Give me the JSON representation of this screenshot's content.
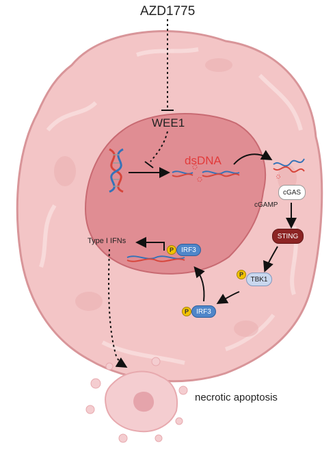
{
  "labels": {
    "drug": "AZD1775",
    "target": "WEE1",
    "dsdna": "dsDNA",
    "cgas": "cGAS",
    "cgamp": "cGAMP",
    "sting": "STING",
    "tbk1": "TBK1",
    "irf3_cyto": "IRF3",
    "irf3_nuc": "IRF3",
    "ifn": "Type I IFNs",
    "outcome": "necrotic apoptosis"
  },
  "phospho": {
    "p1": "P",
    "p2": "P",
    "p3": "P"
  },
  "colors": {
    "cell": "#f3c5c6",
    "nucleus": "#e08d93",
    "dsdna_text": "#e23a3a",
    "sting": "#8c2424",
    "irf3": "#4f86c9",
    "tbk1": "#c9d7ee",
    "phospho": "#f2c200"
  }
}
